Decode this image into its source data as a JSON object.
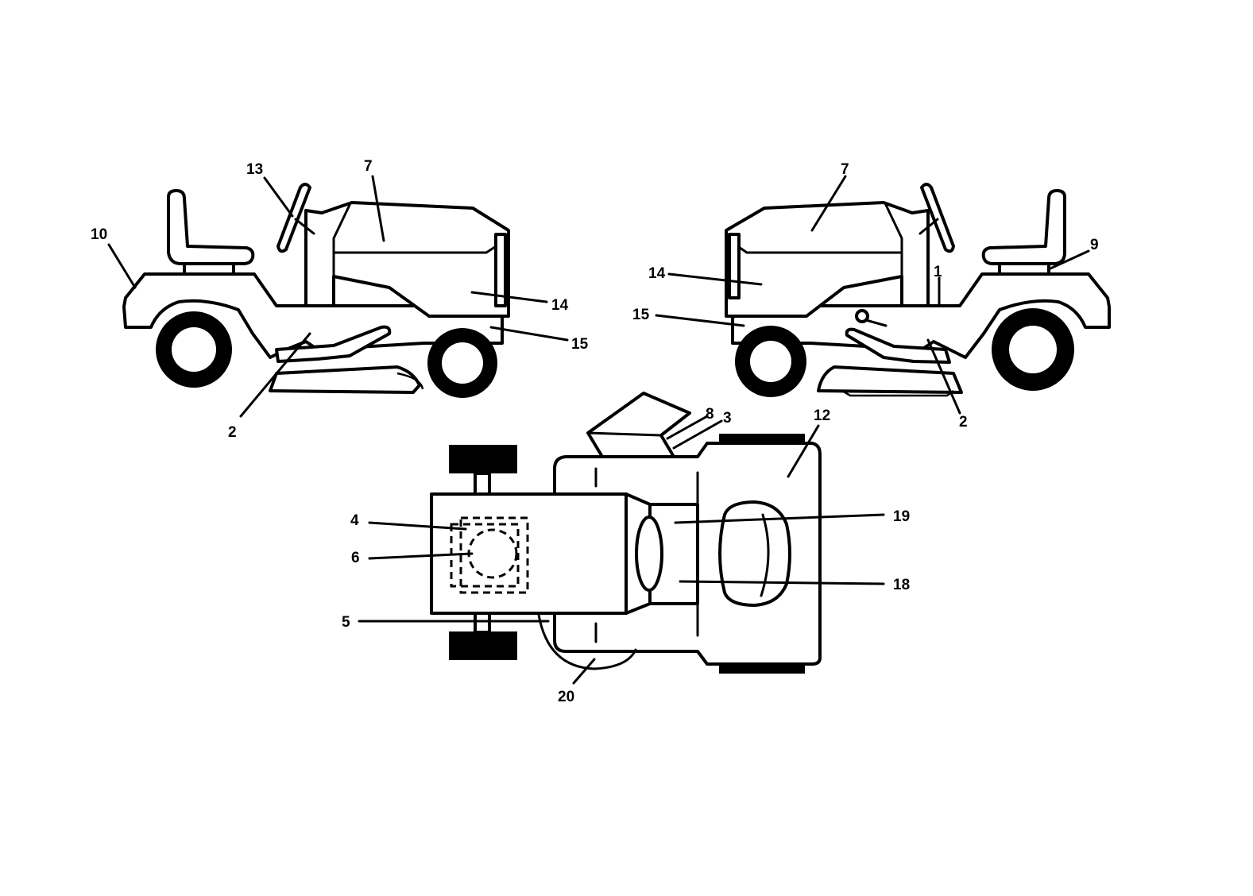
{
  "labels": {
    "l1": "1",
    "l2a": "2",
    "l2b": "2",
    "l3": "3",
    "l4": "4",
    "l5": "5",
    "l6": "6",
    "l7a": "7",
    "l7b": "7",
    "l8": "8",
    "l9": "9",
    "l10": "10",
    "l12": "12",
    "l13": "13",
    "l14a": "14",
    "l14b": "14",
    "l15a": "15",
    "l15b": "15",
    "l18": "18",
    "l19": "19",
    "l20": "20"
  }
}
